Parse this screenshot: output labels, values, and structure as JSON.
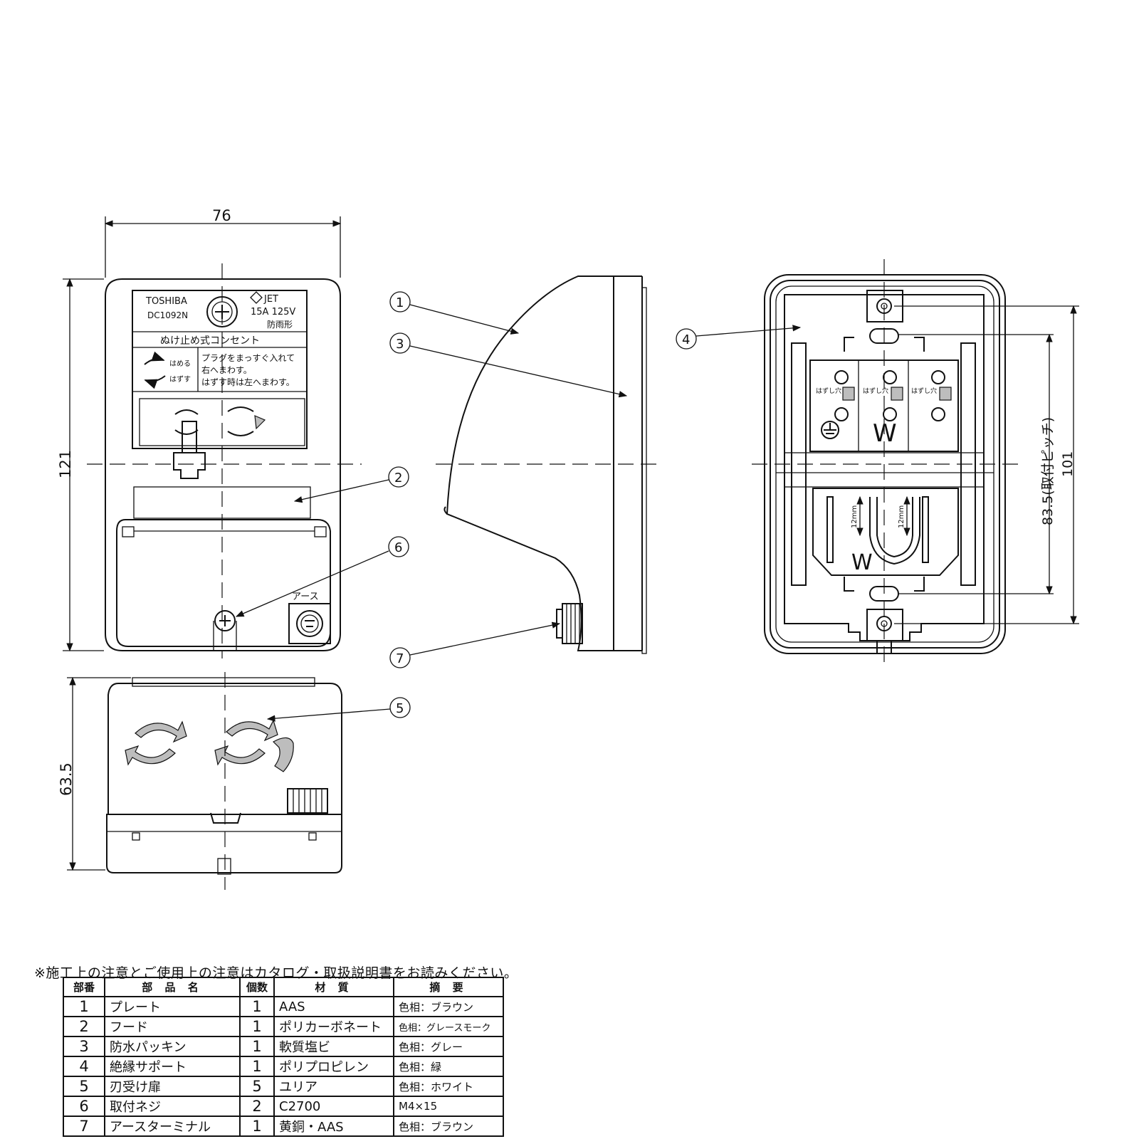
{
  "dimensions": {
    "width": "76",
    "height": "121",
    "depth": "63.5",
    "mount_pitch": "83.5(取付ピッチ)",
    "back_height": "101",
    "wire_strip": "12mm"
  },
  "front_label": {
    "brand": "TOSHIBA",
    "model": "DC1092N",
    "cert": "JET",
    "rating": "15A 125V",
    "type": "防雨形",
    "title": "ぬけ止め式コンセント",
    "insert": "はめる",
    "remove": "はずす",
    "instr1": "プラグをまっすぐ入れて",
    "instr2": "右へまわす。",
    "instr3": "はずす時は左へまわす。",
    "earth": "アース"
  },
  "back_view": {
    "release1": "はずし穴",
    "release2": "はずし穴",
    "release3": "はずし穴",
    "w_mark": "W",
    "w_wire": "W"
  },
  "callouts": [
    "1",
    "3",
    "2",
    "6",
    "7",
    "5",
    "4"
  ],
  "note": "※施工上の注意とご使用上の注意はカタログ・取扱説明書をお読みください。",
  "table": {
    "headers": [
      "部番",
      "部 品 名",
      "個数",
      "材 質",
      "摘 要"
    ],
    "rows": [
      {
        "no": "1",
        "name": "プレート",
        "qty": "1",
        "material": "AAS",
        "remarks": "色相：ブラウン"
      },
      {
        "no": "2",
        "name": "フード",
        "qty": "1",
        "material": "ポリカーボネート",
        "remarks": "色相：グレースモーク"
      },
      {
        "no": "3",
        "name": "防水パッキン",
        "qty": "1",
        "material": "軟質塩ビ",
        "remarks": "色相：グレー"
      },
      {
        "no": "4",
        "name": "絶縁サポート",
        "qty": "1",
        "material": "ポリプロピレン",
        "remarks": "色相：緑"
      },
      {
        "no": "5",
        "name": "刃受け扉",
        "qty": "5",
        "material": "ユリア",
        "remarks": "色相：ホワイト"
      },
      {
        "no": "6",
        "name": "取付ネジ",
        "qty": "2",
        "material": "C2700",
        "remarks": "M4×15"
      },
      {
        "no": "7",
        "name": "アースターミナル",
        "qty": "1",
        "material": "黄銅・AAS",
        "remarks": "色相：ブラウン"
      }
    ]
  }
}
